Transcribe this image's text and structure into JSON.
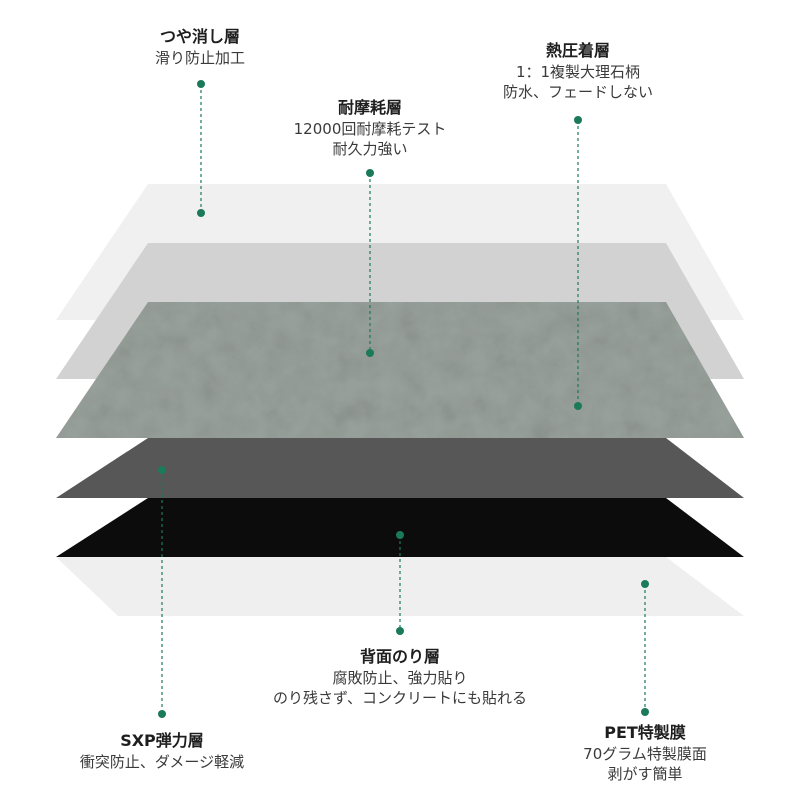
{
  "colors": {
    "accent": "#1a7a5a",
    "layer_matte": "#f0f0f0",
    "layer_wear": "#d2d2d2",
    "layer_stone": "#9aa29d",
    "layer_sxp": "#575757",
    "layer_adhesive": "#0c0c0c",
    "layer_pet": "#efefef"
  },
  "layers": [
    {
      "key": "matte",
      "title": "つや消し層",
      "lines": [
        "滑り防止加工"
      ]
    },
    {
      "key": "wear",
      "title": "耐摩耗層",
      "lines": [
        "12000回耐摩耗テスト",
        "耐久力強い"
      ]
    },
    {
      "key": "print",
      "title": "熱圧着層",
      "lines": [
        "1：1複製大理石柄",
        "防水、フェードしない"
      ]
    },
    {
      "key": "sxp",
      "title": "SXP弾力層",
      "lines": [
        "衝突防止、ダメージ軽減"
      ]
    },
    {
      "key": "adhesive",
      "title": "背面のり層",
      "lines": [
        "腐敗防止、強力貼り",
        "のり残さず、コンクリートにも貼れる"
      ]
    },
    {
      "key": "pet",
      "title": "PET特製膜",
      "lines": [
        "70グラム特製膜面",
        "剥がす簡単"
      ]
    }
  ]
}
